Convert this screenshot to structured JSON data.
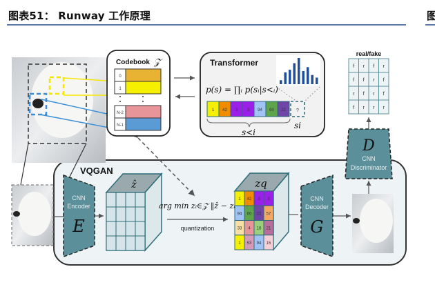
{
  "header": {
    "title": "图表51： Runway 工作原理",
    "next_title_fragment": "图"
  },
  "diagram": {
    "codebook": {
      "title": "Codebook",
      "symbol": "𝒵",
      "rows": [
        {
          "index": "0",
          "color": "#e8b233"
        },
        {
          "index": "1",
          "color": "#f5f000"
        },
        {
          "index": "N-2",
          "color": "#e8959a"
        },
        {
          "index": "N-1",
          "color": "#5b9bd5"
        }
      ]
    },
    "transformer": {
      "title": "Transformer",
      "formula": "p(s) = ∏ᵢ p(sᵢ|s<ᵢ)",
      "sequence": [
        {
          "value": "1",
          "color": "#f5f000"
        },
        {
          "value": "42",
          "color": "#f08c00"
        },
        {
          "value": "3",
          "color": "#9b1fe8"
        },
        {
          "value": "3",
          "color": "#9b1fe8"
        },
        {
          "value": "94",
          "color": "#9fc3f5"
        },
        {
          "value": "60",
          "color": "#5da44a"
        },
        {
          "value": "22",
          "color": "#6f45a8"
        }
      ],
      "next_token": "?",
      "context_label": "s<i",
      "next_label": "si",
      "histogram": [
        0.15,
        0.45,
        0.55,
        0.8,
        1.0,
        0.5,
        0.65,
        0.35,
        0.25
      ]
    },
    "discriminator_output": {
      "title": "real/fake",
      "grid": [
        [
          "f",
          "r",
          "f",
          "r"
        ],
        [
          "f",
          "f",
          "r",
          "f"
        ],
        [
          "r",
          "f",
          "r",
          "f"
        ],
        [
          "f",
          "r",
          "r",
          "r"
        ]
      ]
    },
    "discriminator": {
      "symbol": "D",
      "line1": "CNN",
      "line2": "Discriminator"
    },
    "vqgan": {
      "title": "VQGAN",
      "encoder": {
        "symbol": "E",
        "line1": "CNN",
        "line2": "Encoder"
      },
      "decoder": {
        "symbol": "G",
        "line1": "CNN",
        "line2": "Decoder"
      },
      "z_hat_label": "ẑ",
      "zq_label": "zq",
      "argmin": "arg min zᵢ∈𝒵 ‖ẑ − zᵢ‖",
      "quantization_label": "quantization",
      "zq_grid": [
        [
          {
            "v": "1",
            "c": "#f5f000"
          },
          {
            "v": "42",
            "c": "#f08c00"
          },
          {
            "v": "3",
            "c": "#9b1fe8"
          },
          {
            "v": "3",
            "c": "#9b1fe8"
          }
        ],
        [
          {
            "v": "94",
            "c": "#9fc3f5"
          },
          {
            "v": "60",
            "c": "#5da44a"
          },
          {
            "v": "22",
            "c": "#6f45a8"
          },
          {
            "v": "57",
            "c": "#f5a862"
          }
        ],
        [
          {
            "v": "33",
            "c": "#f7dfa6"
          },
          {
            "v": "4",
            "c": "#e8959a"
          },
          {
            "v": "18",
            "c": "#9ccf7d"
          },
          {
            "v": "21",
            "c": "#b76e9a"
          }
        ],
        [
          {
            "v": "1",
            "c": "#f5f000"
          },
          {
            "v": "53",
            "c": "#d59ab8"
          },
          {
            "v": "94",
            "c": "#9fc3f5"
          },
          {
            "v": "15",
            "c": "#f6cfd6"
          }
        ]
      ]
    }
  },
  "colors": {
    "accent_rule": "#5b7ba6",
    "teal": "#5b8f99",
    "panel_bg": "#eef4f6",
    "cube_top": "#9aa9ad"
  }
}
